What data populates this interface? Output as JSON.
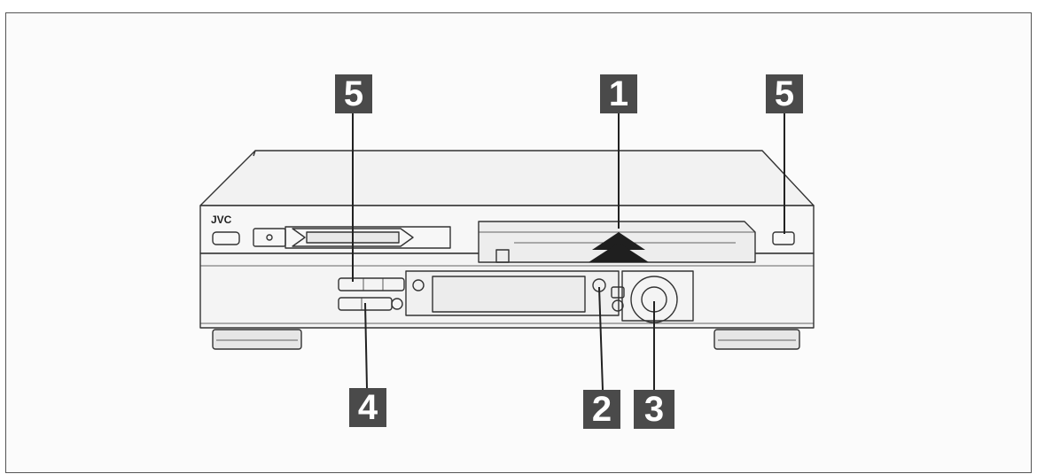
{
  "brand": {
    "logo_text": "JVC"
  },
  "callouts": {
    "c1": "1",
    "c2": "2",
    "c3": "3",
    "c4": "4",
    "c5_left": "5",
    "c5_right": "5"
  },
  "colors": {
    "line": "#333333",
    "callout_bg": "#4a4a4a",
    "callout_text": "#ffffff"
  }
}
